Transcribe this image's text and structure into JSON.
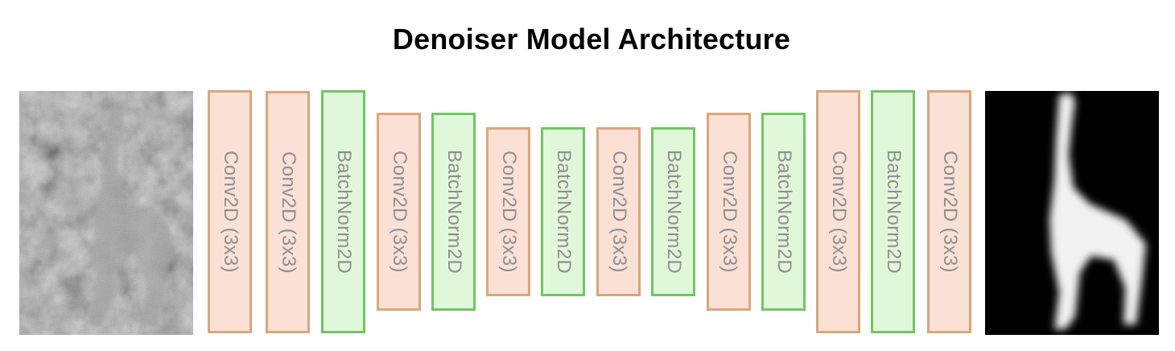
{
  "title": "Denoiser Model Architecture",
  "input_image": {
    "description": "noisy grayscale giraffe image",
    "icon": "noisy-giraffe-image"
  },
  "output_image": {
    "description": "denoised giraffe image",
    "icon": "clean-giraffe-image"
  },
  "layers": [
    {
      "label": "Conv2D (3x3)",
      "type": "conv"
    },
    {
      "label": "Conv2D (3x3)",
      "type": "conv"
    },
    {
      "label": "BatchNorm2D",
      "type": "bn"
    },
    {
      "label": "Conv2D (3x3)",
      "type": "conv"
    },
    {
      "label": "BatchNorm2D",
      "type": "bn"
    },
    {
      "label": "Conv2D (3x3)",
      "type": "conv"
    },
    {
      "label": "BatchNorm2D",
      "type": "bn"
    },
    {
      "label": "Conv2D (3x3)",
      "type": "conv"
    },
    {
      "label": "BatchNorm2D",
      "type": "bn"
    },
    {
      "label": "Conv2D (3x3)",
      "type": "conv"
    },
    {
      "label": "BatchNorm2D",
      "type": "bn"
    },
    {
      "label": "Conv2D (3x3)",
      "type": "conv"
    },
    {
      "label": "BatchNorm2D",
      "type": "bn"
    },
    {
      "label": "Conv2D (3x3)",
      "type": "conv"
    }
  ],
  "colors": {
    "conv_fill": "#fbe0d6",
    "conv_border": "#d7a77d",
    "bn_fill": "#e0f8d9",
    "bn_border": "#74c464",
    "label_text": "#8f8f8f"
  }
}
